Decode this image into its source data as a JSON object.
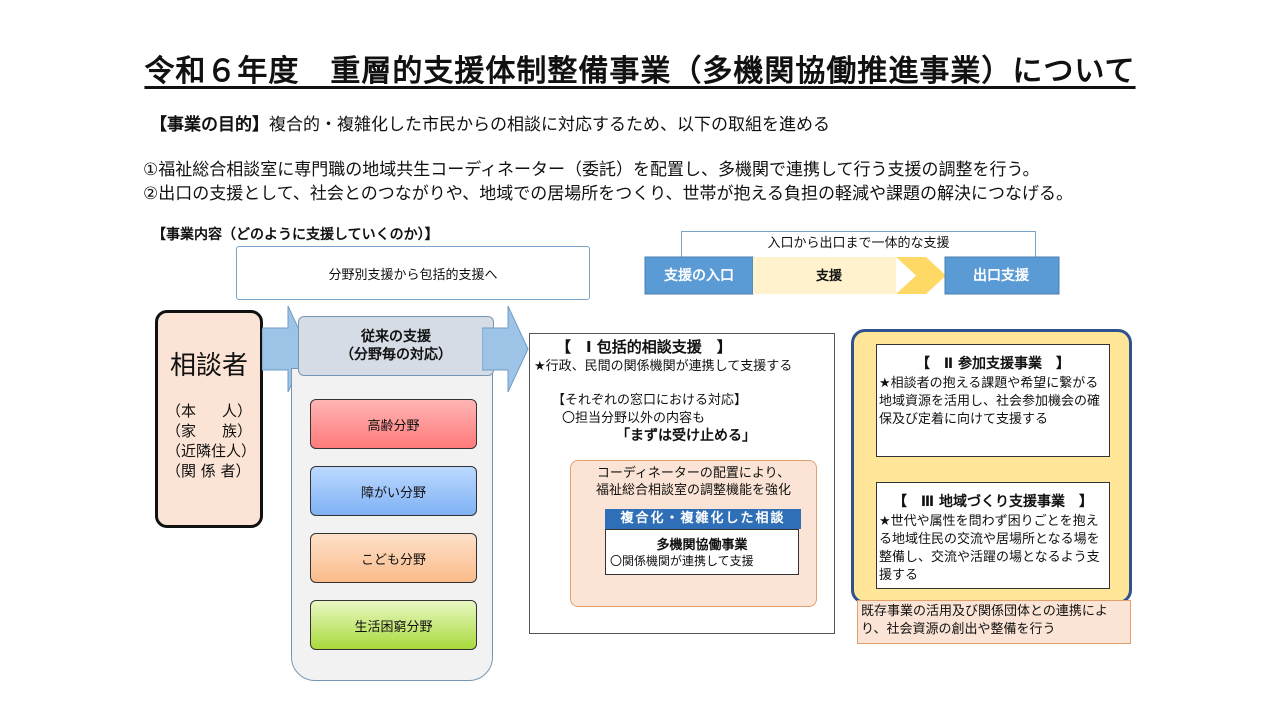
{
  "title": "令和６年度　重層的支援体制整備事業（多機関協働推進事業）について",
  "purpose": {
    "label": "【事業の目的】",
    "text": "複合的・複雑化した市民からの相談に対応するため、以下の取組を進める"
  },
  "goals": [
    "①福祉総合相談室に専門職の地域共生コーディネーター（委託）を配置し、多機関で連携して行う支援の調整を行う。",
    "②出口の支援として、社会とのつながりや、地域での居場所をつくり、世帯が抱える負担の軽減や課題の解決につなげる。"
  ],
  "content_heading": "【事業内容（どのように支援していくのか）】",
  "shift_text": "分野別支援から包括的支援へ",
  "flow": {
    "caption": "入口から出口まで一体的な支援",
    "steps": [
      "支援の入口",
      "支援",
      "出口支援"
    ],
    "colors": {
      "blue": "#5b9bd5",
      "cream": "#fff2cc",
      "gold": "#ffd966"
    }
  },
  "consultant": {
    "title": "相談者",
    "roles": [
      [
        "（本",
        "人）"
      ],
      [
        "（家",
        "族）"
      ],
      [
        "（近隣住人）"
      ],
      [
        "（関 係 者）"
      ]
    ]
  },
  "traditional": {
    "title": "従来の支援",
    "subtitle": "（分野毎の対応）",
    "fields": [
      "高齢分野",
      "障がい分野",
      "こども分野",
      "生活困窮分野"
    ]
  },
  "comprehensive": {
    "title": "【　Ⅰ 包括的相談支援　】",
    "desc": "★行政、民間の関係機関が連携して支援する",
    "sub1": "【それぞれの窓口における対応】",
    "sub2": "〇担当分野以外の内容も",
    "sub3": "「まずは受け止める」"
  },
  "coordinator": {
    "line1": "コーディネーターの配置により、",
    "line2": "福祉総合相談室の調整機能を強化",
    "complex_label": "複合化・複雑化した相談",
    "multi_title": "多機関協働事業",
    "multi_desc": "〇関係機関が連携して支援"
  },
  "participation": {
    "title": "【　Ⅱ 参加支援事業　】",
    "desc": "★相談者の抱える課題や希望に繋がる地域資源を活用し、社会参加機会の確保及び定着に向けて支援する"
  },
  "community": {
    "title": "【　Ⅲ 地域づくり支援事業　】",
    "desc": "★世代や属性を問わず困りごとを抱える地域住民の交流や居場所となる場を整備し、交流や活躍の場となるよう支援する"
  },
  "existing": "既存事業の活用及び関係団体との連携により、社会資源の創出や整備を行う"
}
